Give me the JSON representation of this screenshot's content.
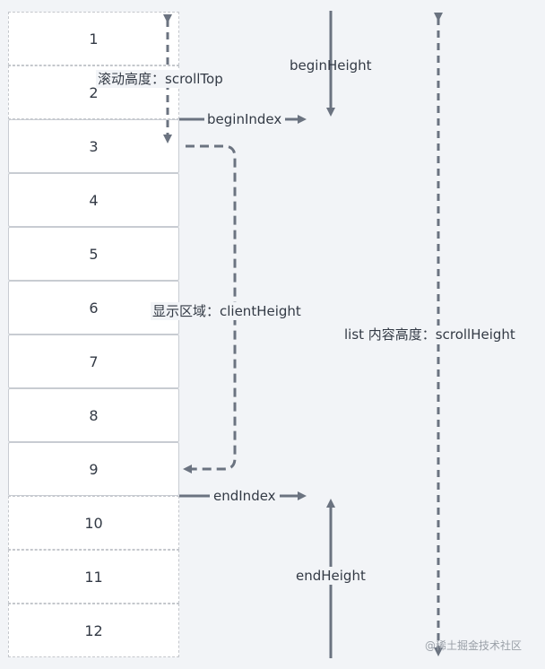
{
  "list_items": [
    "1",
    "2",
    "3",
    "4",
    "5",
    "6",
    "7",
    "8",
    "9",
    "10",
    "11",
    "12"
  ],
  "labels": {
    "scroll_top": "滚动高度：scrollTop",
    "begin_height": "beginHeight",
    "begin_index": "beginIndex",
    "client_height": "显示区域：clientHeight",
    "scroll_height": "list 内容高度：scrollHeight",
    "end_index": "endIndex",
    "end_height": "endHeight"
  },
  "watermark": "@稀土掘金技术社区",
  "colors": {
    "arrow": "#6b7380",
    "row_border": "#c8ccd2",
    "dashed_border": "#c4c7cc",
    "background": "#f2f4f7"
  }
}
